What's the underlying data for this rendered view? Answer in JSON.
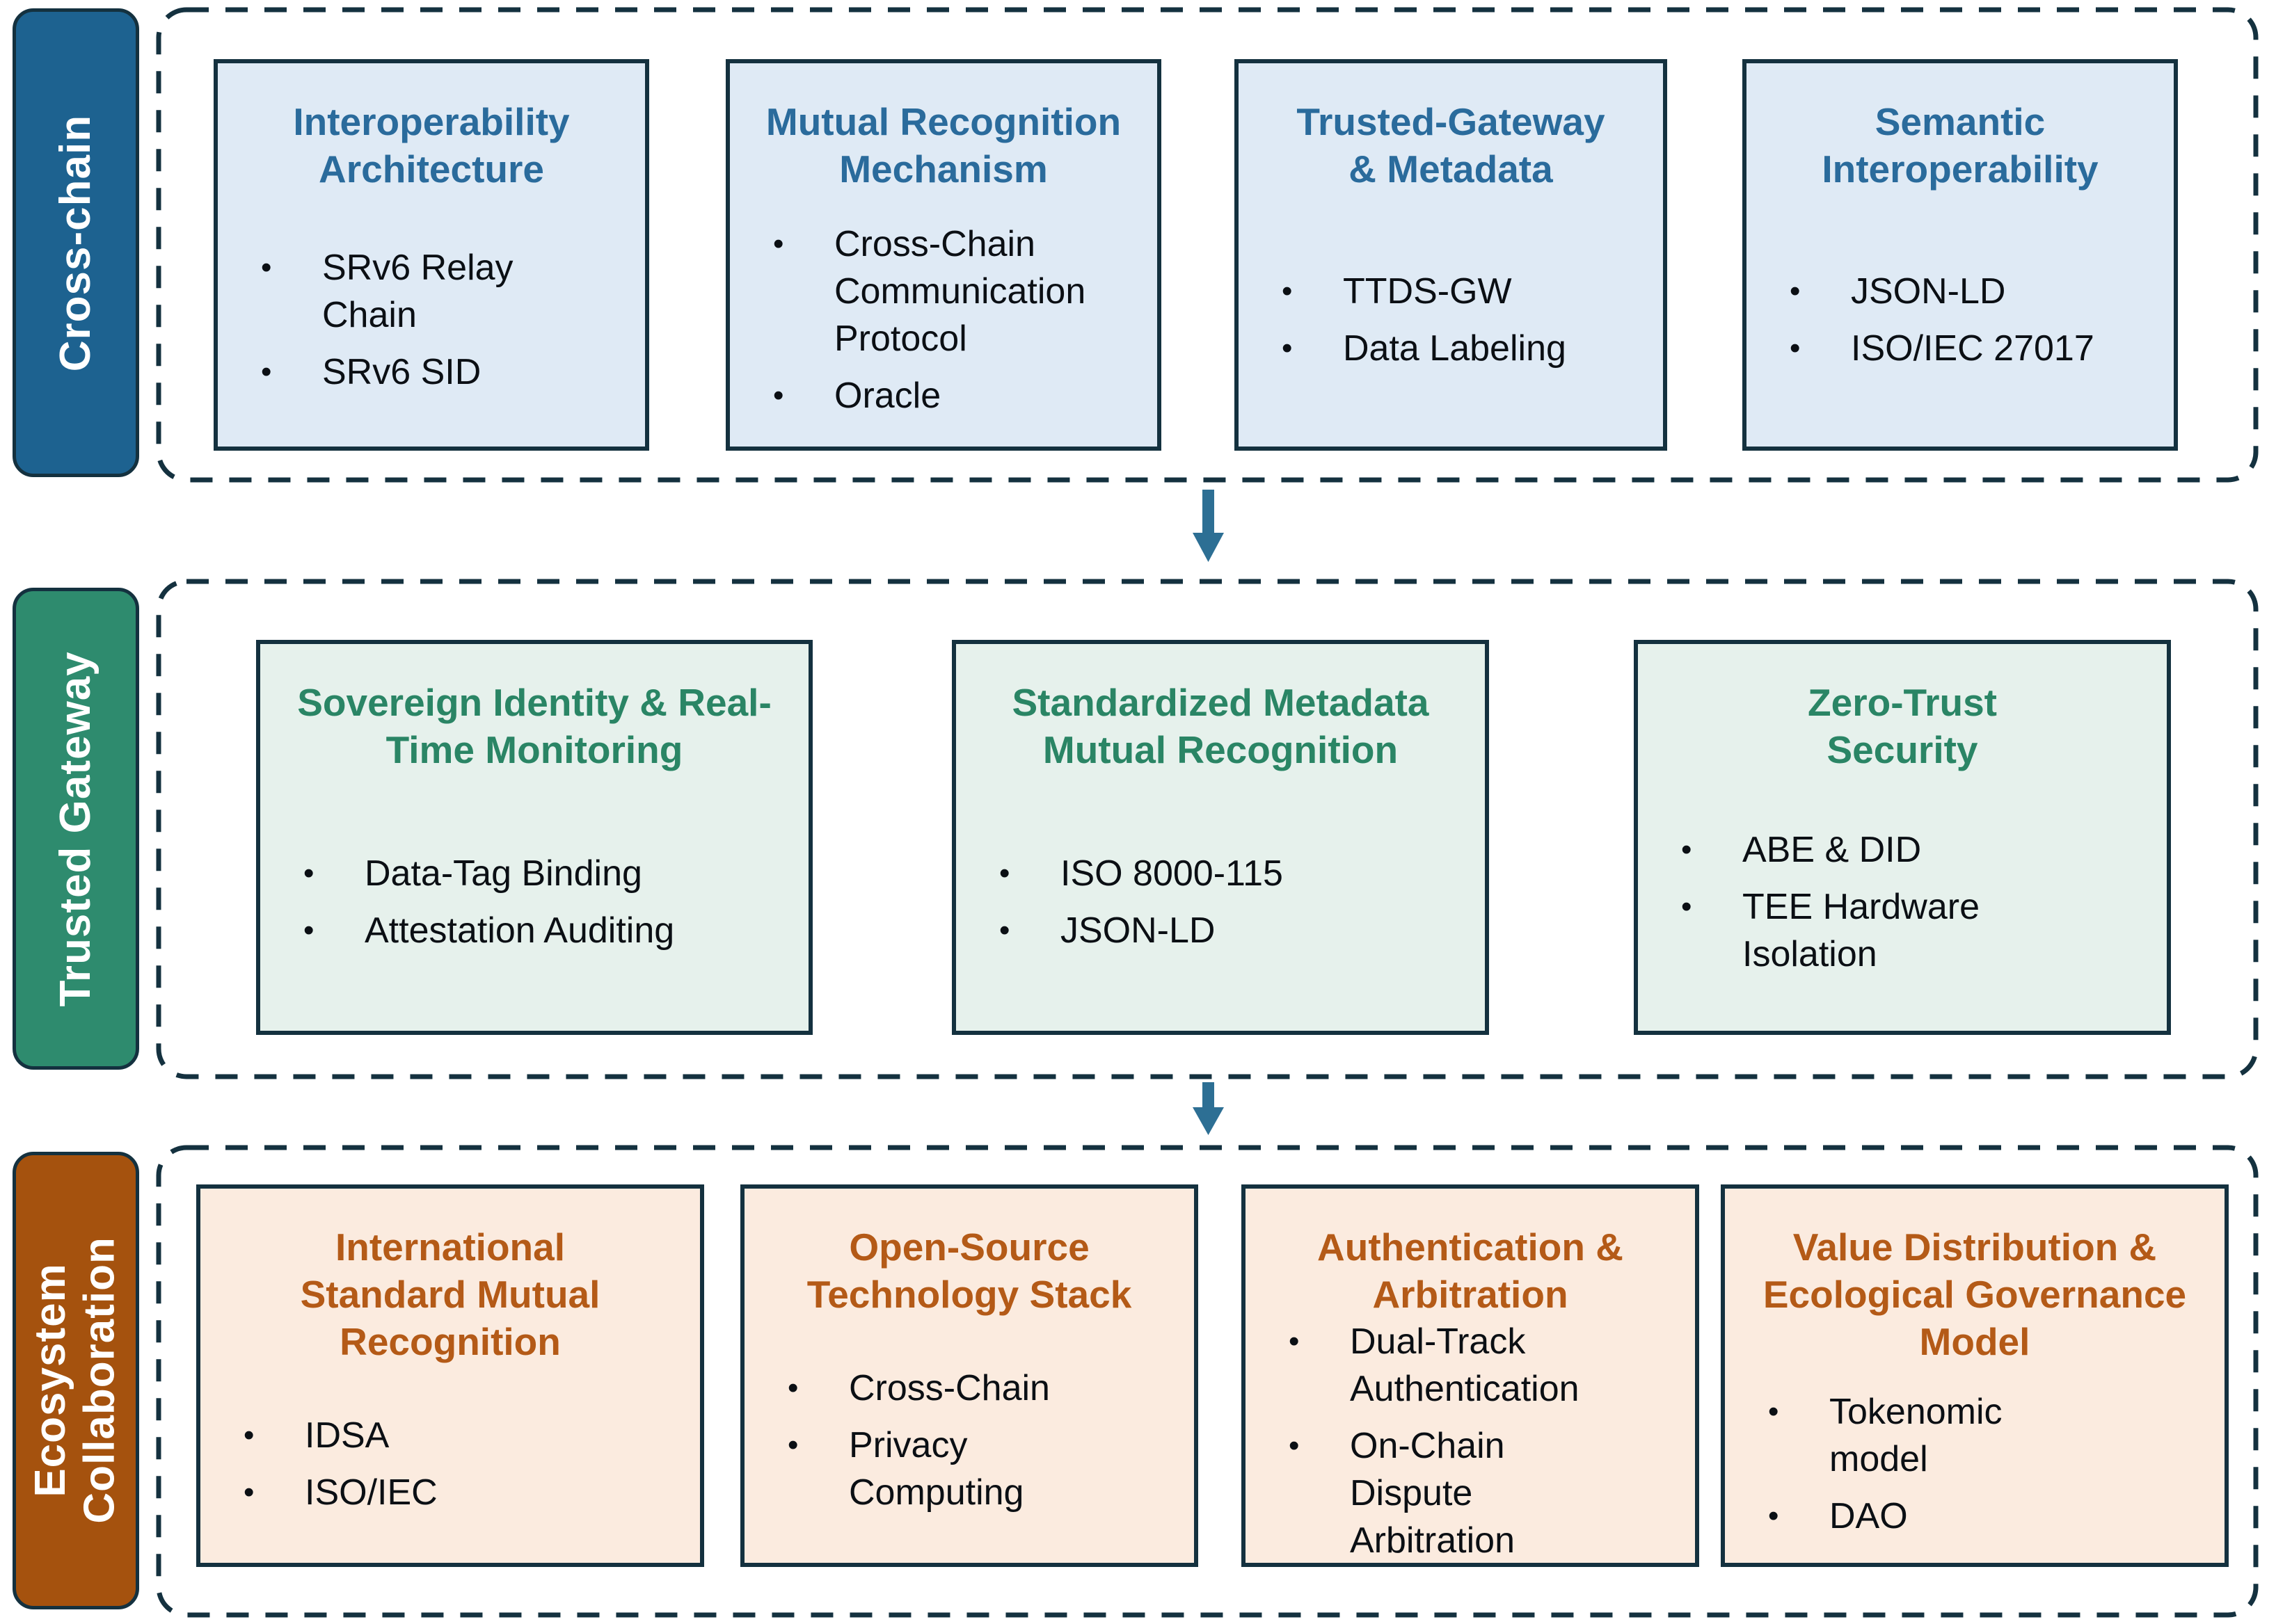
{
  "colors": {
    "navy": "#14313f",
    "arrow": "#2d6f94",
    "bullet_text": "#0b0f14",
    "row1_label": "#1d6290",
    "row1_box": "#dfeaf5",
    "row1_title": "#2a6b9c",
    "row2_label": "#2e8b6e",
    "row2_box": "#e6f1ec",
    "row2_title": "#2a8565",
    "row3_label": "#a5520e",
    "row3_box": "#fbebdf",
    "row3_title": "#b45a17"
  },
  "rows": [
    {
      "label": "Cross-chain",
      "boxes": [
        {
          "title": "Interoperability Architecture",
          "bullets": [
            "SRv6 Relay Chain",
            "SRv6 SID"
          ]
        },
        {
          "title": "Mutual Recognition Mechanism",
          "bullets": [
            "Cross-Chain Communication Protocol",
            "Oracle"
          ]
        },
        {
          "title": "Trusted-Gateway & Metadata",
          "bullets": [
            "TTDS-GW",
            "Data Labeling"
          ]
        },
        {
          "title": "Semantic Interoperability",
          "bullets": [
            "JSON-LD",
            "ISO/IEC 27017"
          ]
        }
      ]
    },
    {
      "label": "Trusted Gateway",
      "boxes": [
        {
          "title": "Sovereign Identity & Real-Time Monitoring",
          "bullets": [
            "Data-Tag Binding",
            "Attestation Auditing"
          ]
        },
        {
          "title": "Standardized Metadata Mutual Recognition",
          "bullets": [
            "ISO 8000-115",
            "JSON-LD"
          ]
        },
        {
          "title": "Zero-Trust Security",
          "bullets": [
            "ABE & DID",
            "TEE Hardware Isolation"
          ]
        }
      ]
    },
    {
      "label": "Ecosystem Collaboration",
      "boxes": [
        {
          "title": "International Standard Mutual Recognition",
          "bullets": [
            "IDSA",
            "ISO/IEC"
          ]
        },
        {
          "title": "Open-Source Technology Stack",
          "bullets": [
            "Cross-Chain",
            "Privacy Computing"
          ]
        },
        {
          "title": "Authentication & Arbitration",
          "bullets": [
            "Dual-Track Authentication",
            "On-Chain Dispute Arbitration"
          ]
        },
        {
          "title": "Value Distribution & Ecological Governance Model",
          "bullets": [
            "Tokenomic model",
            "DAO"
          ]
        }
      ]
    }
  ]
}
